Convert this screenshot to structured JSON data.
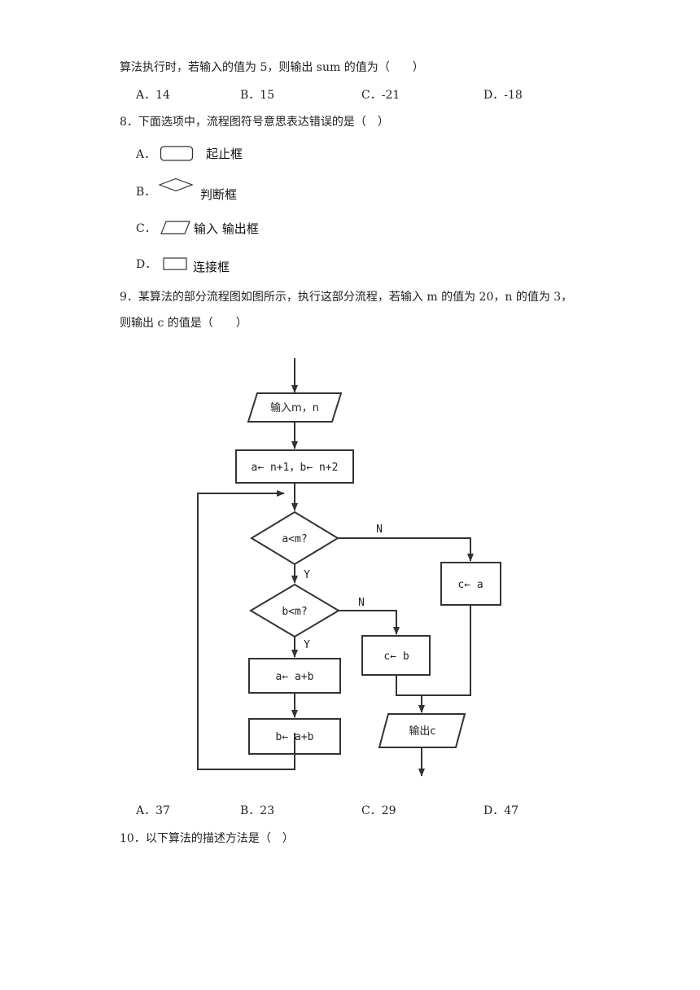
{
  "q7": {
    "stem_cont": "算法执行时，若输入的值为 5，则输出 sum 的值为（　　）",
    "options": [
      {
        "letter": "A．",
        "text": "14"
      },
      {
        "letter": "B．",
        "text": "15"
      },
      {
        "letter": "C．",
        "text": "-21"
      },
      {
        "letter": "D．",
        "text": "-18"
      }
    ]
  },
  "q8": {
    "stem": "8．下面选项中，流程图符号意思表达错误的是（　）",
    "options": [
      {
        "letter": "A．",
        "shape": "rounded-rectangle",
        "label": "起止框"
      },
      {
        "letter": "B．",
        "shape": "diamond",
        "label": "判断框"
      },
      {
        "letter": "C．",
        "shape": "parallelogram",
        "label": "输入 输出框"
      },
      {
        "letter": "D．",
        "shape": "rectangle",
        "label": "连接框"
      }
    ]
  },
  "q9": {
    "stem_line1": "9．某算法的部分流程图如图所示，执行这部分流程，若输入 m 的值为 20，n 的值为 3，",
    "stem_line2": "则输出 c 的值是（　　）",
    "flowchart": {
      "input": "输入m，n",
      "init": "a← n+1，b← n+2",
      "cond1": "a<m?",
      "cond2": "b<m?",
      "yes": "Y",
      "no": "N",
      "assign_ca": "c← a",
      "assign_cb": "c← b",
      "step1": "a← a+b",
      "step2": "b← a+b",
      "output": "输出c"
    },
    "options": [
      {
        "letter": "A．",
        "text": "37"
      },
      {
        "letter": "B．",
        "text": "23"
      },
      {
        "letter": "C．",
        "text": "29"
      },
      {
        "letter": "D．",
        "text": "47"
      }
    ]
  },
  "q10": {
    "stem": "10．以下算法的描述方法是（　）"
  }
}
